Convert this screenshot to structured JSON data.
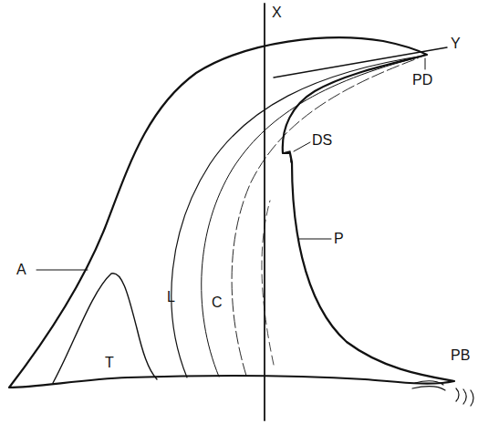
{
  "diagram": {
    "labels": [
      "X",
      "Y",
      "PD",
      "DS",
      "A",
      "L",
      "C",
      "P",
      "T",
      "PB"
    ]
  }
}
